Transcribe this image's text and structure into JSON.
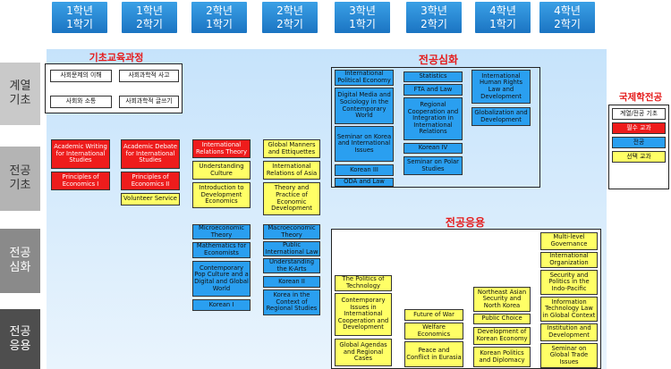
{
  "semesters": [
    "1학년\n1학기",
    "1학년\n2학기",
    "2학년\n1학기",
    "2학년\n2학기",
    "3학년\n1학기",
    "3학년\n2학기",
    "4학년\n1학기",
    "4학년\n2학기"
  ],
  "categories": [
    "계열\n기초",
    "전공\n기초",
    "전공\n심화",
    "전공\n응용"
  ],
  "sections": {
    "basic_title": "기초교육과정",
    "deep_title": "전공심화",
    "apply_title": "전공응용"
  },
  "basic": [
    "사회문제의 이해",
    "사회과학적 사고",
    "사회와 소통",
    "사회과학적 글쓰기"
  ],
  "legend": {
    "title": "국제학전공",
    "items": [
      "계열/전공 기초",
      "필수 교과",
      "전공",
      "선택 교과"
    ]
  },
  "courses": {
    "y1s1": [
      "Academic Writing for International Studies",
      "Principles of Economics I"
    ],
    "y1s2": [
      "Academic Debate for International Studies",
      "Principles of Economics II",
      "Volunteer Service"
    ],
    "y2s1_base": [
      "International Relations Theory",
      "Understanding Culture",
      "Introduction to Development Economics"
    ],
    "y2s2_base": [
      "Global Manners and Ettiquettes",
      "International Relations of Asia",
      "Theory and Practice of Economic Development"
    ],
    "y2s1_deep": [
      "Microeconomic Theory",
      "Mathematics for Economists",
      "Contemporary Pop Culture and a Digital and Global World",
      "Korean I"
    ],
    "y2s2_deep": [
      "Macroeconomic Theory",
      "Public International Law",
      "Understanding the K-Arts",
      "Korean II",
      "Korea in the Context of Regional Studies"
    ],
    "y3s1_deep": [
      "International Political Economy",
      "Digital Media and Sociology in the Contemporary World",
      "Seminar on Korea and International Issues",
      "Korean III",
      "ODA and Law"
    ],
    "y3s2_deep": [
      "Statistics",
      "FTA and Law",
      "Regional Cooperation and Integration in International Relations",
      "Korean IV",
      "Seminar on Polar Studies"
    ],
    "y4s1_deep": [
      "International Human Rights Law and Development",
      "Globalization and Development"
    ],
    "y3s1_apply": [
      "The Politics of Technology",
      "Contemporary Issues in International Cooperation and Development",
      "Global Agendas and Regional Cases"
    ],
    "y3s2_apply": [
      "Future of War",
      "Welfare Economics",
      "Peace and Conflict in Eurasia"
    ],
    "y4s1_apply": [
      "Northeast Asian Security and North Korea",
      "Public Choice",
      "Development of Korean Economy",
      "Korean Politics and Diplomacy"
    ],
    "y4s2_apply": [
      "Multi-level Governance",
      "International Organization",
      "Security and Politics in the Indo-Pacific",
      "Information Technology Law in Global Context",
      "Institution and Development",
      "Seminar on Global Trade Issues"
    ]
  },
  "colors": {
    "red": "#ee1c1c",
    "blue": "#2a9ff0",
    "yellow": "#ffff66",
    "header": "#1b74c2"
  }
}
